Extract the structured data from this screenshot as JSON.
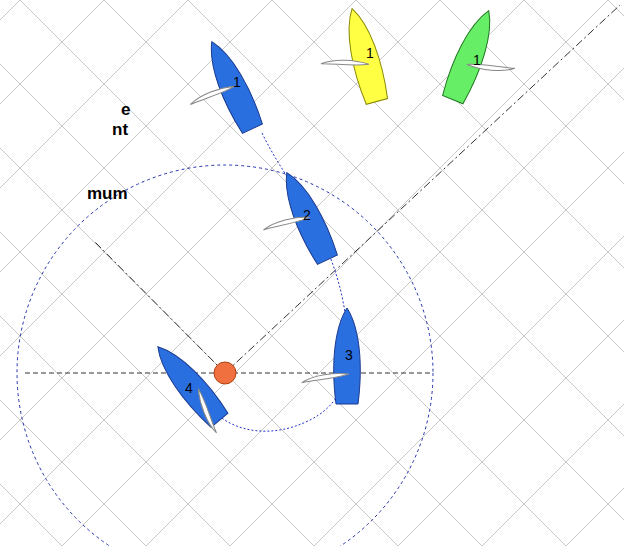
{
  "diagram": {
    "labels": [
      "e",
      "nt",
      "mum",
      "1",
      "1",
      "1",
      "2",
      "3",
      "4"
    ]
  }
}
